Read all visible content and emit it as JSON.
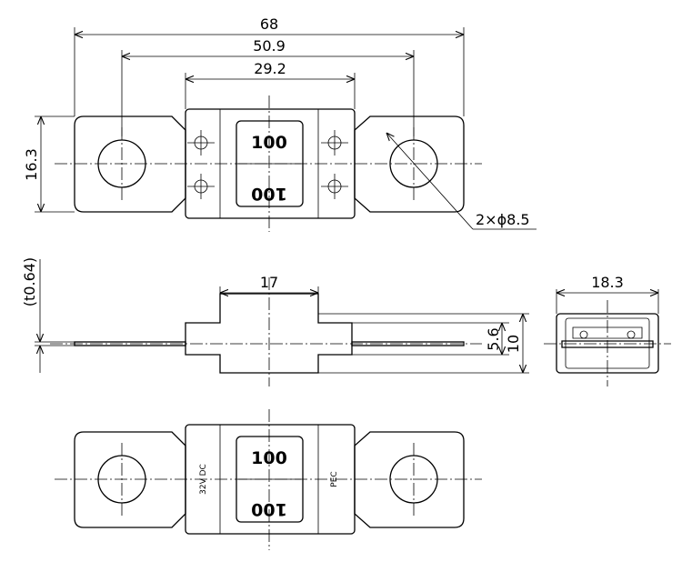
{
  "dimensions": {
    "overall_length": "68",
    "hole_pitch": "50.9",
    "body_length": "29.2",
    "terminal_width": "16.3",
    "hole_callout": "2×ϕ8.5",
    "thickness": "(t0.64)",
    "window_width": "17",
    "body_height_inner": "5.6",
    "body_height": "10",
    "body_depth": "18.3"
  },
  "labels": {
    "rating": "100",
    "voltage": "32V DC",
    "maker_mark": "PEC"
  },
  "colors": {
    "body_fill": "#f7f3ea",
    "line": "#000000"
  }
}
